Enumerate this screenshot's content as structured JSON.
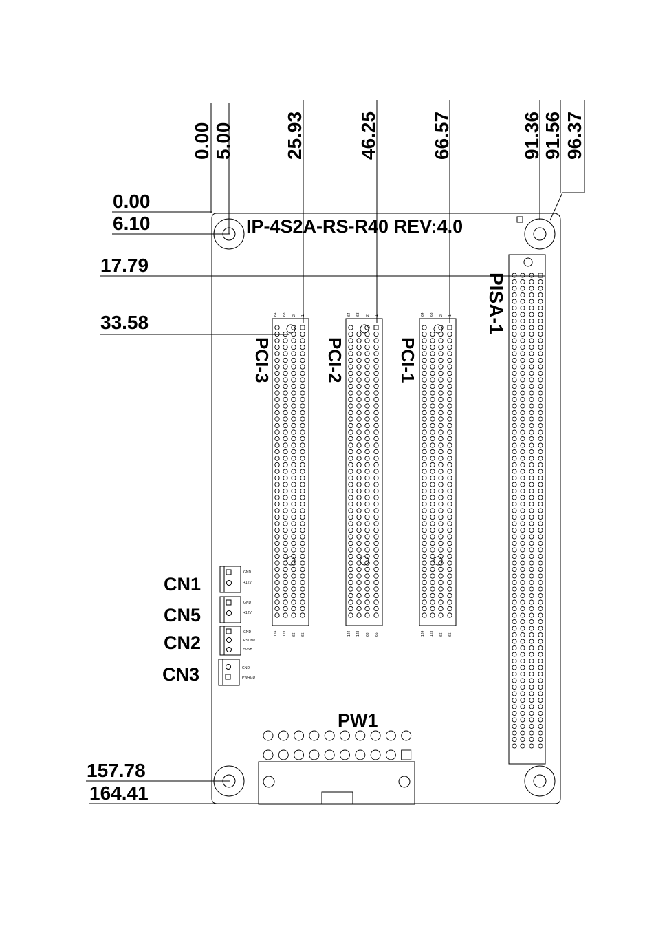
{
  "board": {
    "title": "IP-4S2A-RS-R40 REV:4.0"
  },
  "x_dimensions": [
    "0.00",
    "5.00",
    "25.93",
    "46.25",
    "66.57",
    "91.36",
    "91.56",
    "96.37"
  ],
  "y_dimensions": [
    "0.00",
    "6.10",
    "17.79",
    "33.58",
    "157.78",
    "164.41"
  ],
  "slots": {
    "pci3": {
      "label": "PCI-3",
      "top_pins": [
        "64",
        "63",
        "2",
        "1"
      ],
      "bottom_pins": [
        "124",
        "123",
        "66",
        "65"
      ]
    },
    "pci2": {
      "label": "PCI-2",
      "top_pins": [
        "64",
        "63",
        "2",
        "1"
      ],
      "bottom_pins": [
        "124",
        "123",
        "66",
        "65"
      ]
    },
    "pci1": {
      "label": "PCI-1",
      "top_pins": [
        "64",
        "63",
        "2",
        "1"
      ],
      "bottom_pins": [
        "124",
        "123",
        "66",
        "65"
      ]
    },
    "pisa": {
      "label": "PISA-1"
    }
  },
  "connectors": {
    "cn1": {
      "label": "CN1",
      "pins": [
        "GND",
        "+12V"
      ]
    },
    "cn5": {
      "label": "CN5",
      "pins": [
        "GND",
        "+12V"
      ]
    },
    "cn2": {
      "label": "CN2",
      "pins": [
        "GND",
        "PSON#",
        "5VSB"
      ]
    },
    "cn3": {
      "label": "CN3",
      "pins": [
        "GND",
        "PWRGD"
      ]
    },
    "pw1": {
      "label": "PW1"
    }
  }
}
